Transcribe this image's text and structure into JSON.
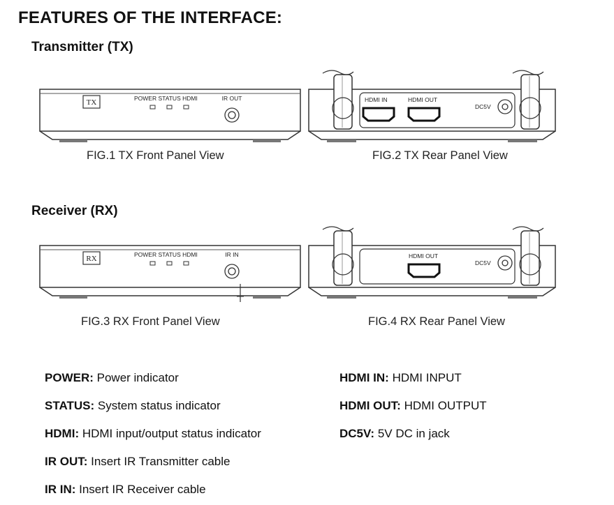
{
  "page_title": "FEATURES OF THE INTERFACE:",
  "sections": {
    "tx": "Transmitter (TX)",
    "rx": "Receiver (RX)"
  },
  "tx_front": {
    "badge": "TX",
    "leds": "POWER STATUS HDMI",
    "port": "IR OUT",
    "caption": "FIG.1 TX Front Panel View"
  },
  "tx_rear": {
    "hdmi_in": "HDMI IN",
    "hdmi_out": "HDMI OUT",
    "dc": "DC5V",
    "caption": "FIG.2 TX Rear Panel View"
  },
  "rx_front": {
    "badge": "RX",
    "leds": "POWER STATUS HDMI",
    "port": "IR IN",
    "caption": "FIG.3 RX Front Panel View"
  },
  "rx_rear": {
    "hdmi_out": "HDMI OUT",
    "dc": "DC5V",
    "caption": "FIG.4 RX Rear Panel View"
  },
  "legend": {
    "left": [
      {
        "term": "POWER:",
        "desc": "Power indicator"
      },
      {
        "term": "STATUS:",
        "desc": "System status indicator"
      },
      {
        "term": "HDMI:",
        "desc": "HDMI input/output status indicator"
      },
      {
        "term": "IR OUT:",
        "desc": "Insert IR Transmitter cable"
      },
      {
        "term": "IR IN:",
        "desc": "Insert IR Receiver cable"
      }
    ],
    "right": [
      {
        "term": "HDMI IN:",
        "desc": "HDMI INPUT"
      },
      {
        "term": "HDMI OUT:",
        "desc": "HDMI OUTPUT"
      },
      {
        "term": "DC5V:",
        "desc": "5V DC in jack"
      }
    ]
  }
}
